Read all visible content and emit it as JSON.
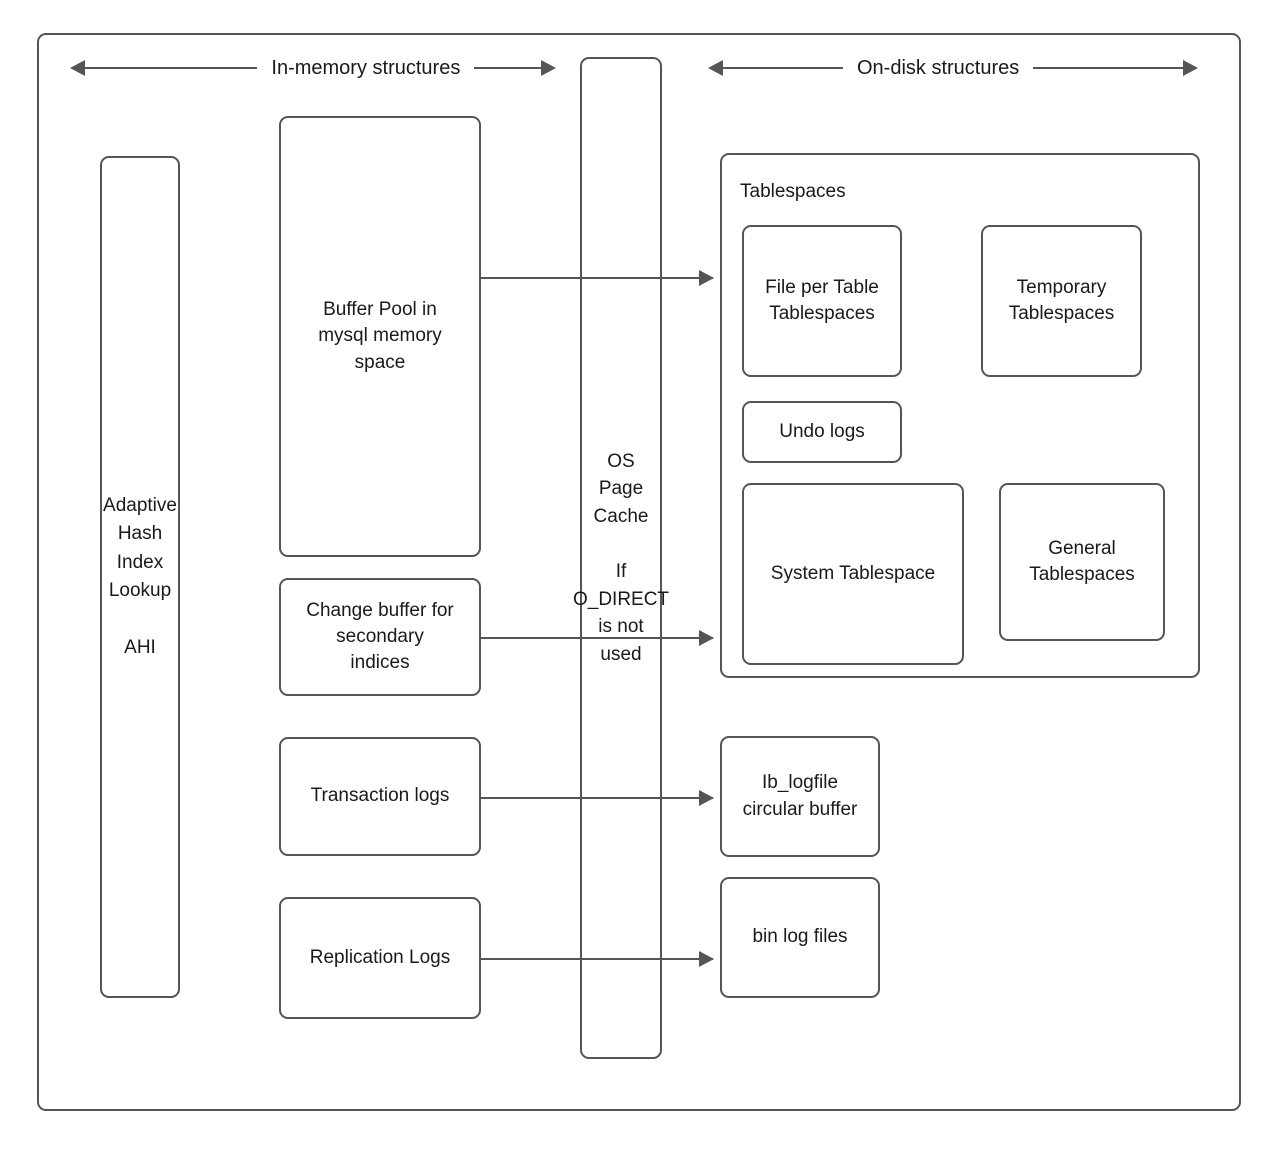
{
  "diagram": {
    "title_left": "In-memory structures",
    "title_right": "On-disk structures",
    "boxes": {
      "ahi": "Adaptive\nHash\nIndex\nLookup\n\nAHI",
      "buffer_pool": "Buffer Pool in\nmysql memory\nspace",
      "change_buffer": "Change buffer for\nsecondary\nindices",
      "transaction_logs": "Transaction logs",
      "replication_logs": "Replication Logs",
      "os_page_cache": "OS\nPage\nCache\n\nIf\nO_DIRECT\nis not\nused",
      "tablespaces_group": "Tablespaces",
      "file_per_table": "File per Table\nTablespaces",
      "temporary_tablespaces": "Temporary\nTablespaces",
      "undo_logs": "Undo logs",
      "system_tablespace": "System Tablespace",
      "general_tablespaces": "General\nTablespaces",
      "ib_logfile": "Ib_logfile\ncircular buffer",
      "bin_log_files": "bin log files"
    },
    "colors": {
      "stroke": "#555555",
      "text": "#1a1a1a",
      "background": "#ffffff"
    }
  }
}
